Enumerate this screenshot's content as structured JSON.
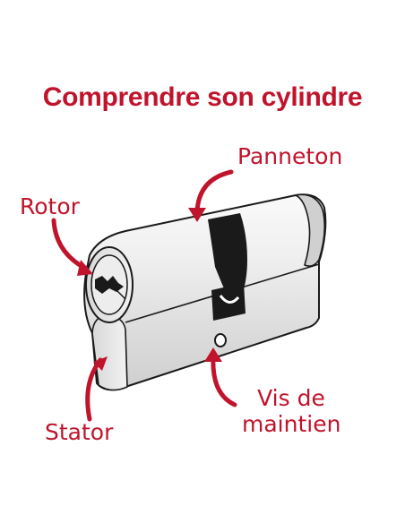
{
  "title": "Comprendre son cylindre",
  "labels": {
    "panneton": "Panneton",
    "rotor": "Rotor",
    "stator": "Stator",
    "vis_line1": "Vis de",
    "vis_line2": "maintien"
  },
  "colors": {
    "accent": "#c0142c",
    "outline": "#1a1a1a",
    "metal": "#e6e6e6"
  }
}
